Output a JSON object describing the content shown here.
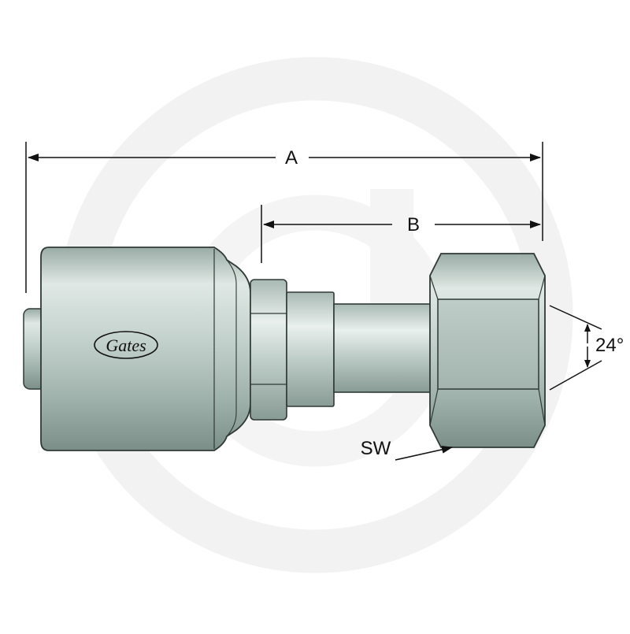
{
  "diagram": {
    "dimensions": {
      "overall_length_label": "A",
      "nut_length_label": "B",
      "angle_label": "24°",
      "wrench_size_label": "SW"
    },
    "brand_logo_text": "Gates",
    "colors": {
      "line": "#111111",
      "outline": "#2f3a35",
      "metal_light": "#e8efec",
      "metal_mid": "#b9c8c2",
      "metal_dark": "#7f928b",
      "watermark": "#f2f2f2"
    },
    "icons": {
      "watermark": "circle-logo-watermark",
      "logo": "gates-script-logo"
    }
  }
}
